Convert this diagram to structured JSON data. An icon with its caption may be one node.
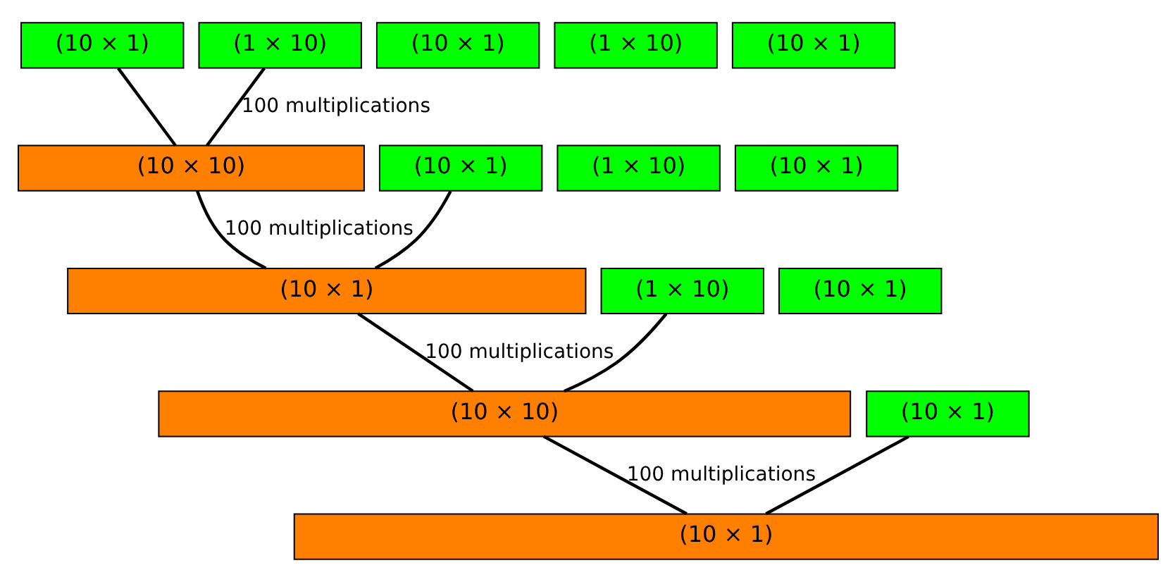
{
  "diagram": {
    "nodes": [
      {
        "text": [
          "(10 × 1)"
        ]
      },
      {
        "text": [
          "(1 × 10)"
        ]
      },
      {
        "text": [
          "(10 × 1)"
        ]
      },
      {
        "text": [
          "(1 × 10)"
        ]
      },
      {
        "text": [
          "(10 × 1)"
        ]
      },
      {
        "text": [
          "(10 × 10)"
        ]
      },
      {
        "text": [
          "(10 × 1)"
        ]
      },
      {
        "text": [
          "(1 × 10)"
        ]
      },
      {
        "text": [
          "(10 × 1)"
        ]
      },
      {
        "text": [
          "(10 × 1)"
        ]
      },
      {
        "text": [
          "(1 × 10)"
        ]
      },
      {
        "text": [
          "(10 × 1)"
        ]
      },
      {
        "text": [
          "(10 × 10)"
        ]
      },
      {
        "text": [
          "(10 × 1)"
        ]
      },
      {
        "text": [
          "(10 × 1)"
        ]
      }
    ],
    "edges": [
      {
        "from": 0,
        "to": 5,
        "arrow": "none"
      },
      {
        "from": 1,
        "to": 5,
        "arrow": "none",
        "label": "100 multiplications"
      },
      {
        "from": 5,
        "to": 9,
        "arrow": "none",
        "label": "100 multiplications"
      },
      {
        "from": 6,
        "to": 9,
        "arrow": "none"
      },
      {
        "from": 9,
        "to": 12,
        "arrow": "none",
        "label": "100 multiplications"
      },
      {
        "from": 10,
        "to": 12,
        "arrow": "none"
      },
      {
        "from": 12,
        "to": 14,
        "arrow": "none",
        "label": "100 multiplications"
      },
      {
        "from": 13,
        "to": 14,
        "arrow": "none"
      }
    ]
  }
}
